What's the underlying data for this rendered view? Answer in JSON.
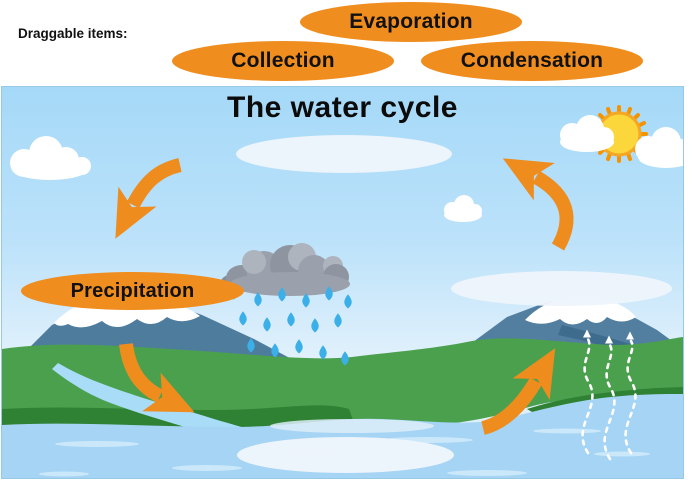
{
  "tray": {
    "label": "Draggable items:",
    "items": [
      {
        "id": "evaporation",
        "label": "Evaporation"
      },
      {
        "id": "collection",
        "label": "Collection"
      },
      {
        "id": "condensation",
        "label": "Condensation"
      }
    ]
  },
  "diagram": {
    "title": "The water cycle",
    "placed_items": [
      {
        "id": "precipitation",
        "label": "Precipitation"
      }
    ],
    "drop_zones": [
      {
        "id": "zone-top-center",
        "value": ""
      },
      {
        "id": "zone-right",
        "value": ""
      },
      {
        "id": "zone-bottom-center",
        "value": ""
      }
    ]
  },
  "scene_icons": [
    "sun-icon",
    "cloud-icon",
    "rain-cloud-icon",
    "raindrop-icon",
    "mountain",
    "snow-cap",
    "grass-hills",
    "river",
    "lake",
    "steam-arrow-icon",
    "cycle-arrow-icon"
  ],
  "palette": {
    "accent_orange": "#EF8D1F",
    "label_text": "#111111",
    "sky_top": "#A5D9F8",
    "sky_horizon": "#E7F3FC",
    "dropzone_fill": "#EEF5FC",
    "mountain": "#4E7C9D",
    "mountain_shadow": "#3E6C8D",
    "snow": "#FFFFFF",
    "grass": "#4BA04E",
    "grass_dark": "#2F8133",
    "water": "#A5D4F4",
    "water_streak": "#CBE8FA",
    "river": "#A8DCF7",
    "raindrop": "#3BAFE8",
    "rain_cloud_dark": "#8E94A0",
    "rain_cloud_light": "#AEB4BE",
    "sun_core": "#FCD73C",
    "sun_rays": "#F59300",
    "steam": "#FFFFFF"
  }
}
